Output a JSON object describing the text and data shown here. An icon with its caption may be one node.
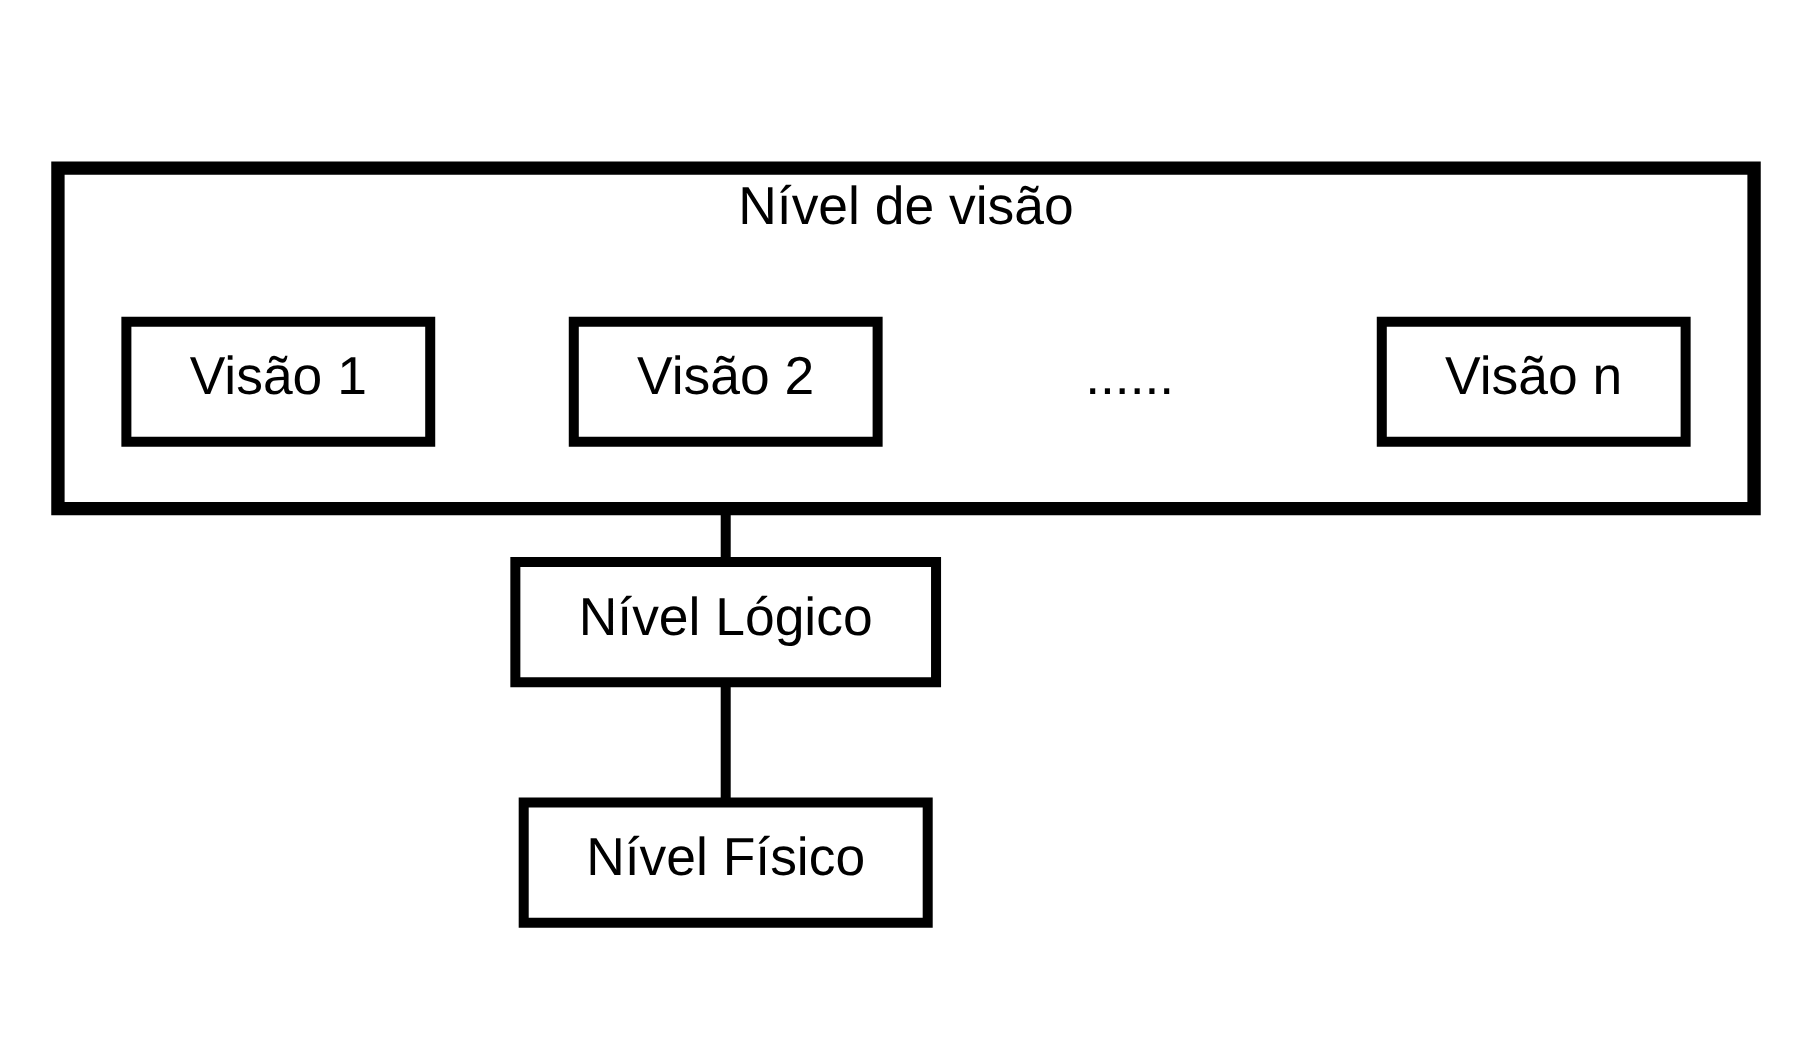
{
  "diagram": {
    "nodes": [
      {
        "text": [
          "Nível de visão"
        ]
      },
      {
        "text": [
          "Visão 1"
        ],
        "in": 0
      },
      {
        "text": [
          "Visão 2"
        ],
        "in": 0
      },
      {
        "text": [
          "Visão n"
        ],
        "in": 0
      },
      {
        "text": [
          "Nível Lógico"
        ]
      },
      {
        "text": [
          "Nível Físico"
        ]
      }
    ],
    "edges": [
      {
        "from": 0,
        "to": 4,
        "arrow": "none"
      },
      {
        "from": 4,
        "to": 5,
        "arrow": "none"
      }
    ],
    "labels": [
      "......"
    ]
  }
}
